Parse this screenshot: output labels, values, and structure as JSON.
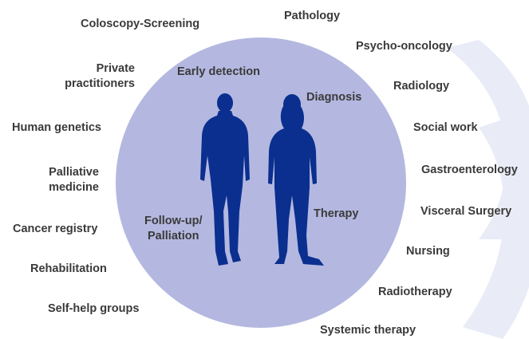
{
  "colors": {
    "circle": "#b4b8e0",
    "figure": "#0a2f8f",
    "text": "#3a3a3a",
    "decor": "#e9ebf6"
  },
  "icons": {
    "people": "silhouette-man-woman-icon"
  },
  "stages": {
    "early_detection": "Early detection",
    "diagnosis": "Diagnosis",
    "therapy": "Therapy",
    "followup_line1": "Follow-up/",
    "followup_line2": "Palliation"
  },
  "disciplines": {
    "coloscopy": "Coloscopy-Screening",
    "pathology": "Pathology",
    "psycho_oncology": "Psycho-oncology",
    "private_line1": "Private",
    "private_line2": "practitioners",
    "radiology": "Radiology",
    "human_genetics": "Human genetics",
    "social_work": "Social work",
    "palliative_line1": "Palliative",
    "palliative_line2": "medicine",
    "gastroenterology": "Gastroenterology",
    "cancer_registry": "Cancer registry",
    "visceral_surgery": "Visceral Surgery",
    "nursing": "Nursing",
    "rehabilitation": "Rehabilitation",
    "radiotherapy": "Radiotherapy",
    "self_help": "Self-help groups",
    "systemic_therapy": "Systemic therapy"
  }
}
